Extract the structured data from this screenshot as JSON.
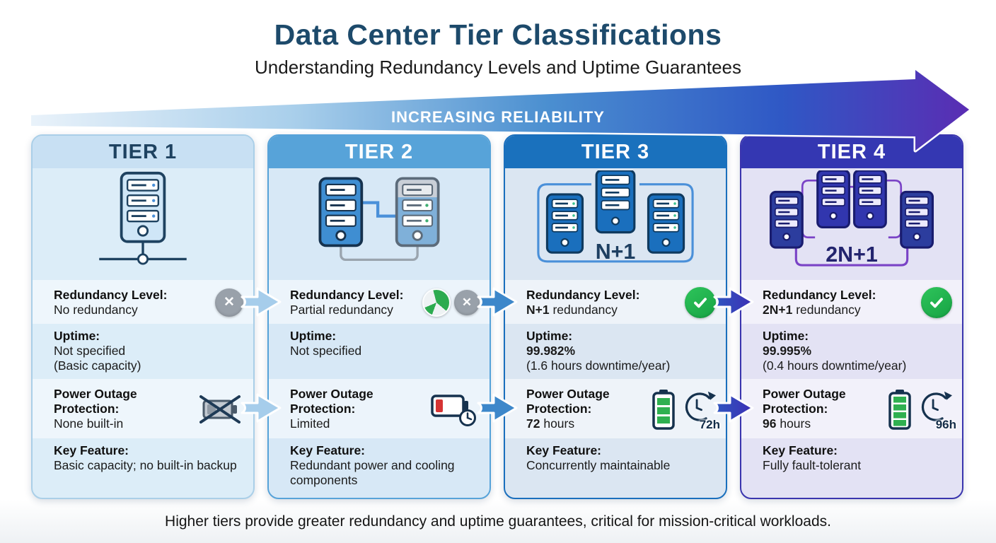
{
  "page": {
    "title": "Data Center Tier Classifications",
    "subtitle": "Understanding Redundancy Levels and Uptime Guarantees",
    "banner_label": "INCREASING RELIABILITY",
    "footer_note": "Higher tiers provide greater redundancy and uptime guarantees, critical for mission-critical workloads."
  },
  "labels": {
    "redundancy": "Redundancy Level:",
    "uptime": "Uptime:",
    "power": "Power Outage Protection:",
    "key": "Key Feature:"
  },
  "tiers": [
    {
      "name": "TIER 1",
      "diagram": "single-server-with-network-line",
      "diagram_label": "",
      "redundancy": {
        "strong": "",
        "rest": "No redundancy",
        "icons": [
          "x-circle"
        ]
      },
      "uptime": {
        "line1": "Not specified",
        "line2": "(Basic capacity)"
      },
      "power": {
        "strong": "",
        "rest": "None built-in",
        "icons": [
          "battery-crossed"
        ],
        "clock_label": ""
      },
      "key": "Basic capacity; no built-in backup"
    },
    {
      "name": "TIER 2",
      "diagram": "two-servers-partial",
      "diagram_label": "",
      "redundancy": {
        "strong": "",
        "rest": "Partial redundancy",
        "icons": [
          "partial-pie",
          "x-circle"
        ]
      },
      "uptime": {
        "line1": "Not specified",
        "line2": ""
      },
      "power": {
        "strong": "",
        "rest": "Limited",
        "icons": [
          "battery-low",
          "clock"
        ],
        "clock_label": ""
      },
      "key": "Redundant power and cooling components"
    },
    {
      "name": "TIER 3",
      "diagram": "three-servers-n-plus-1",
      "diagram_label": "N+1",
      "redundancy": {
        "strong": "N+1",
        "rest": " redundancy",
        "icons": [
          "check-circle"
        ]
      },
      "uptime": {
        "line1": "99.982%",
        "line2": "(1.6 hours downtime/year)"
      },
      "power": {
        "strong": "72",
        "rest": " hours",
        "icons": [
          "battery-full-3bars",
          "clock-refresh"
        ],
        "clock_label": "72h"
      },
      "key": "Concurrently maintainable"
    },
    {
      "name": "TIER 4",
      "diagram": "four-servers-2n-plus-1",
      "diagram_label": "2N+1",
      "redundancy": {
        "strong": "2N+1",
        "rest": " redundancy",
        "icons": [
          "check-circle"
        ]
      },
      "uptime": {
        "line1": "99.995%",
        "line2": "(0.4 hours downtime/year)"
      },
      "power": {
        "strong": "96",
        "rest": " hours",
        "icons": [
          "battery-full-4bars",
          "clock-refresh"
        ],
        "clock_label": "96h"
      },
      "key": "Fully fault-tolerant"
    }
  ],
  "colors": {
    "title_text": "#1d4a6b",
    "tier1_header": "#c8e0f3",
    "tier2_header": "#57a3d9",
    "tier3_header": "#1a71bd",
    "tier4_header": "#3437b2",
    "arrow_gradient_start": "#dcebf7",
    "arrow_gradient_mid": "#4b8fd0",
    "arrow_gradient_end": "#5a2db3",
    "status_green": "#22b455",
    "status_gray": "#99a1aa",
    "battery_red": "#d63434",
    "battery_green": "#2fb050"
  }
}
